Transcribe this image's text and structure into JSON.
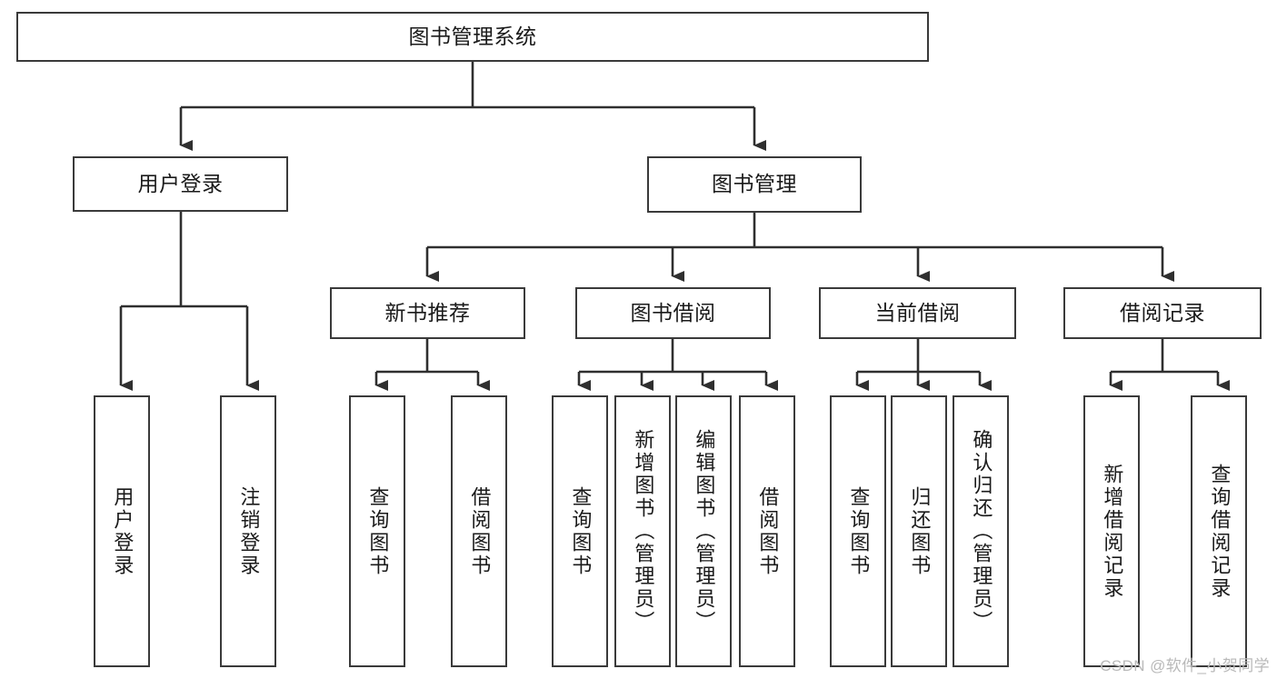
{
  "diagram": {
    "title": "图书管理系统",
    "type": "tree-hierarchy",
    "levels": 4,
    "nodes": {
      "root": {
        "label": "图书管理系统"
      },
      "l2": [
        {
          "id": "user-login",
          "label": "用户登录"
        },
        {
          "id": "book-manage",
          "label": "图书管理"
        }
      ],
      "l3": [
        {
          "id": "new-book-recommend",
          "label": "新书推荐"
        },
        {
          "id": "book-borrow",
          "label": "图书借阅"
        },
        {
          "id": "current-borrow",
          "label": "当前借阅"
        },
        {
          "id": "borrow-record",
          "label": "借阅记录"
        }
      ],
      "leaves": [
        {
          "id": "leaf-user-login",
          "label": "用户登录",
          "parent": "user-login"
        },
        {
          "id": "leaf-logout",
          "label": "注销登录",
          "parent": "user-login"
        },
        {
          "id": "leaf-query-book-1",
          "label": "查询图书",
          "parent": "new-book-recommend"
        },
        {
          "id": "leaf-borrow-book-1",
          "label": "借阅图书",
          "parent": "new-book-recommend"
        },
        {
          "id": "leaf-query-book-2",
          "label": "查询图书",
          "parent": "book-borrow"
        },
        {
          "id": "leaf-add-book",
          "label": "新增图书（管理员）",
          "parent": "book-borrow"
        },
        {
          "id": "leaf-edit-book",
          "label": "编辑图书（管理员）",
          "parent": "book-borrow"
        },
        {
          "id": "leaf-borrow-book-2",
          "label": "借阅图书",
          "parent": "book-borrow"
        },
        {
          "id": "leaf-query-book-3",
          "label": "查询图书",
          "parent": "current-borrow"
        },
        {
          "id": "leaf-return-book",
          "label": "归还图书",
          "parent": "current-borrow"
        },
        {
          "id": "leaf-confirm-return",
          "label": "确认归还（管理员）",
          "parent": "current-borrow"
        },
        {
          "id": "leaf-add-record",
          "label": "新增借阅记录",
          "parent": "borrow-record"
        },
        {
          "id": "leaf-query-record",
          "label": "查询借阅记录",
          "parent": "borrow-record"
        }
      ]
    },
    "colors": {
      "stroke": "#3a3a3a",
      "fill": "#ffffff",
      "text": "#1a1a1a",
      "watermark": "#b9b9b9"
    }
  },
  "watermark": {
    "text": "CSDN @软件_小贺同学"
  }
}
